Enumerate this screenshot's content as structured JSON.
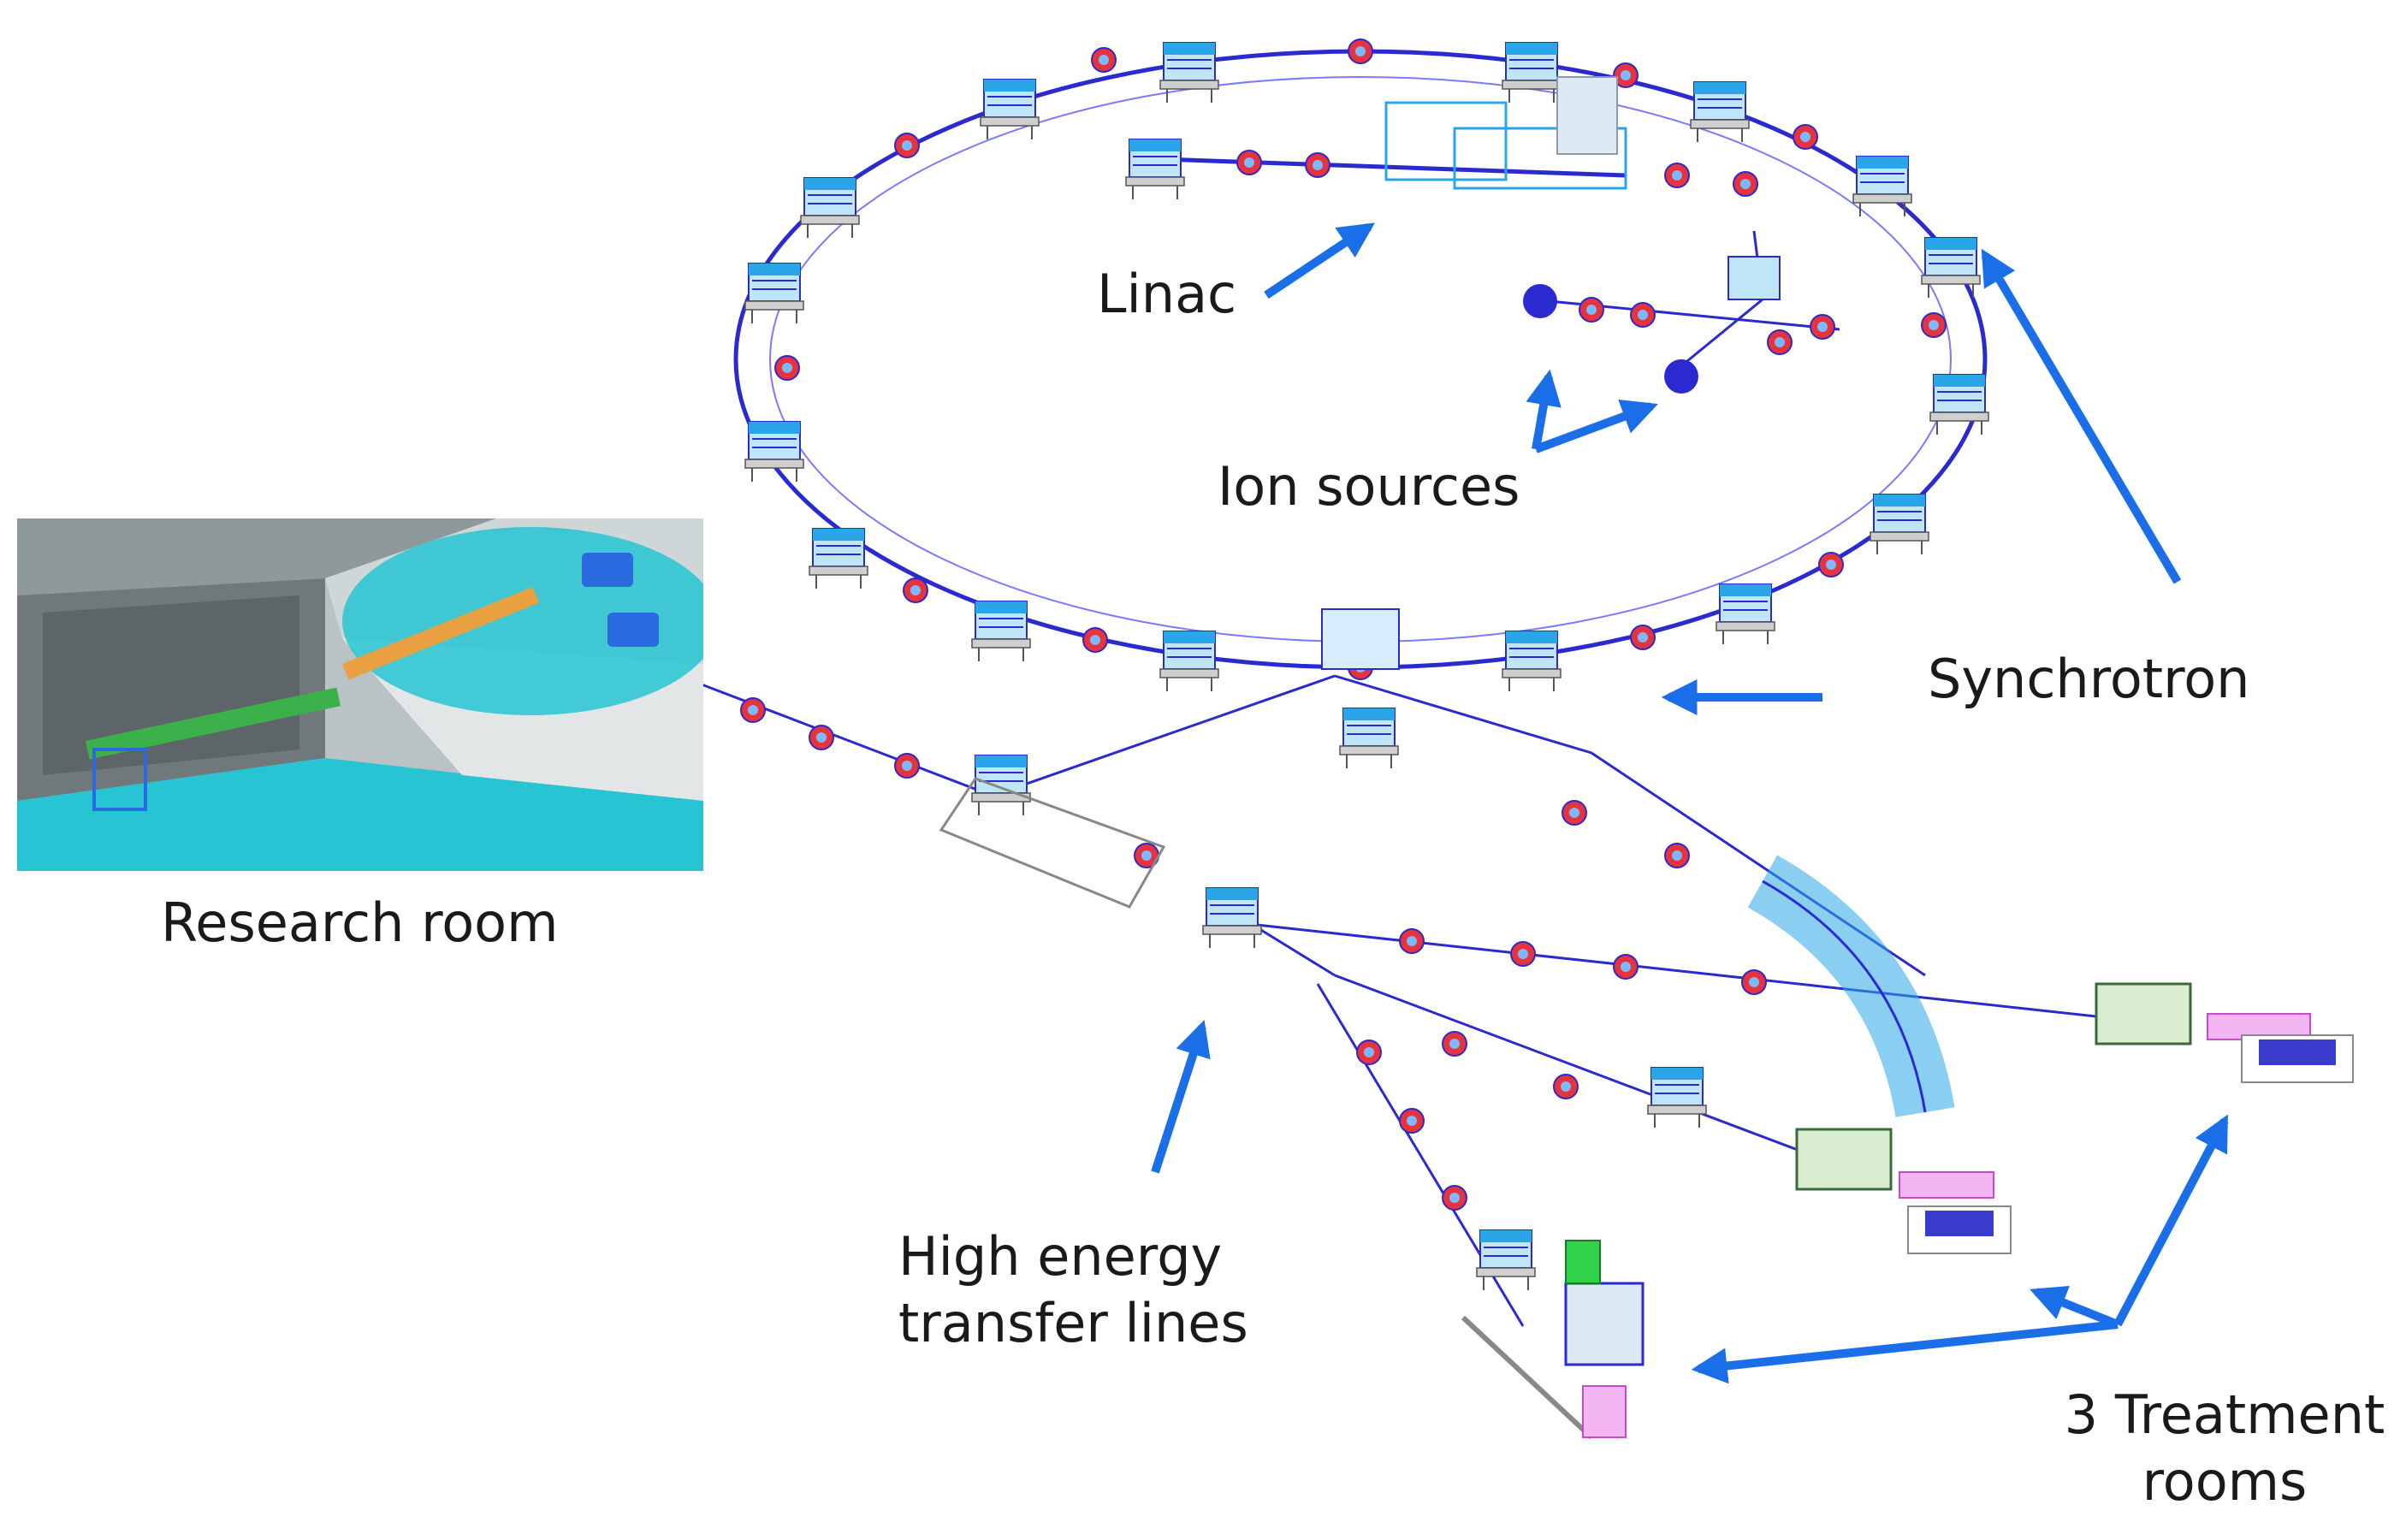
{
  "labels": {
    "linac": "Linac",
    "ion_sources": "Ion sources",
    "synchrotron": "Synchrotron",
    "research_room": "Research room",
    "high_energy_line1": "High energy",
    "high_energy_line2": "transfer lines",
    "treatment_line1": "3 Treatment",
    "treatment_line2": "rooms"
  },
  "colors": {
    "arrow": "#1a6fe8",
    "magnet_blue": "#2aa6e8",
    "magnet_red": "#e8323c",
    "beamline": "#2a2ad0",
    "water": "#27c4d4",
    "support": "#9a9a9a"
  }
}
